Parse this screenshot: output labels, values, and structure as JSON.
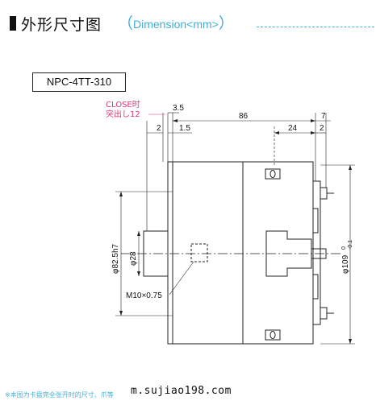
{
  "header": {
    "title": "外形尺寸图",
    "subtitle_open": "（",
    "subtitle": "Dimension",
    "subtitle_unit": "<mm>",
    "subtitle_close": "）",
    "accent_color": "#3fb0d6"
  },
  "model": "NPC-4TT-310",
  "annotations": {
    "close_label_line1": "CLOSE时",
    "close_label_line2": "突出し12",
    "close_color": "#e0357a",
    "dim_3_5": "3.5",
    "dim_86": "86",
    "dim_7": "7",
    "dim_2_left": "2",
    "dim_1_5": "1.5",
    "dim_24": "24",
    "dim_2_right": "2",
    "dia_82_5": "φ82.5h7",
    "dia_28": "φ28",
    "dia_109": "φ109",
    "dia_109_tol_upper": "0",
    "dia_109_tol_lower": "-0.1",
    "thread": "M10×0.75"
  },
  "footer": {
    "note": "※本图为卡盘完全张开时的尺寸、爪等",
    "watermark": "m.sujiao198.com"
  }
}
